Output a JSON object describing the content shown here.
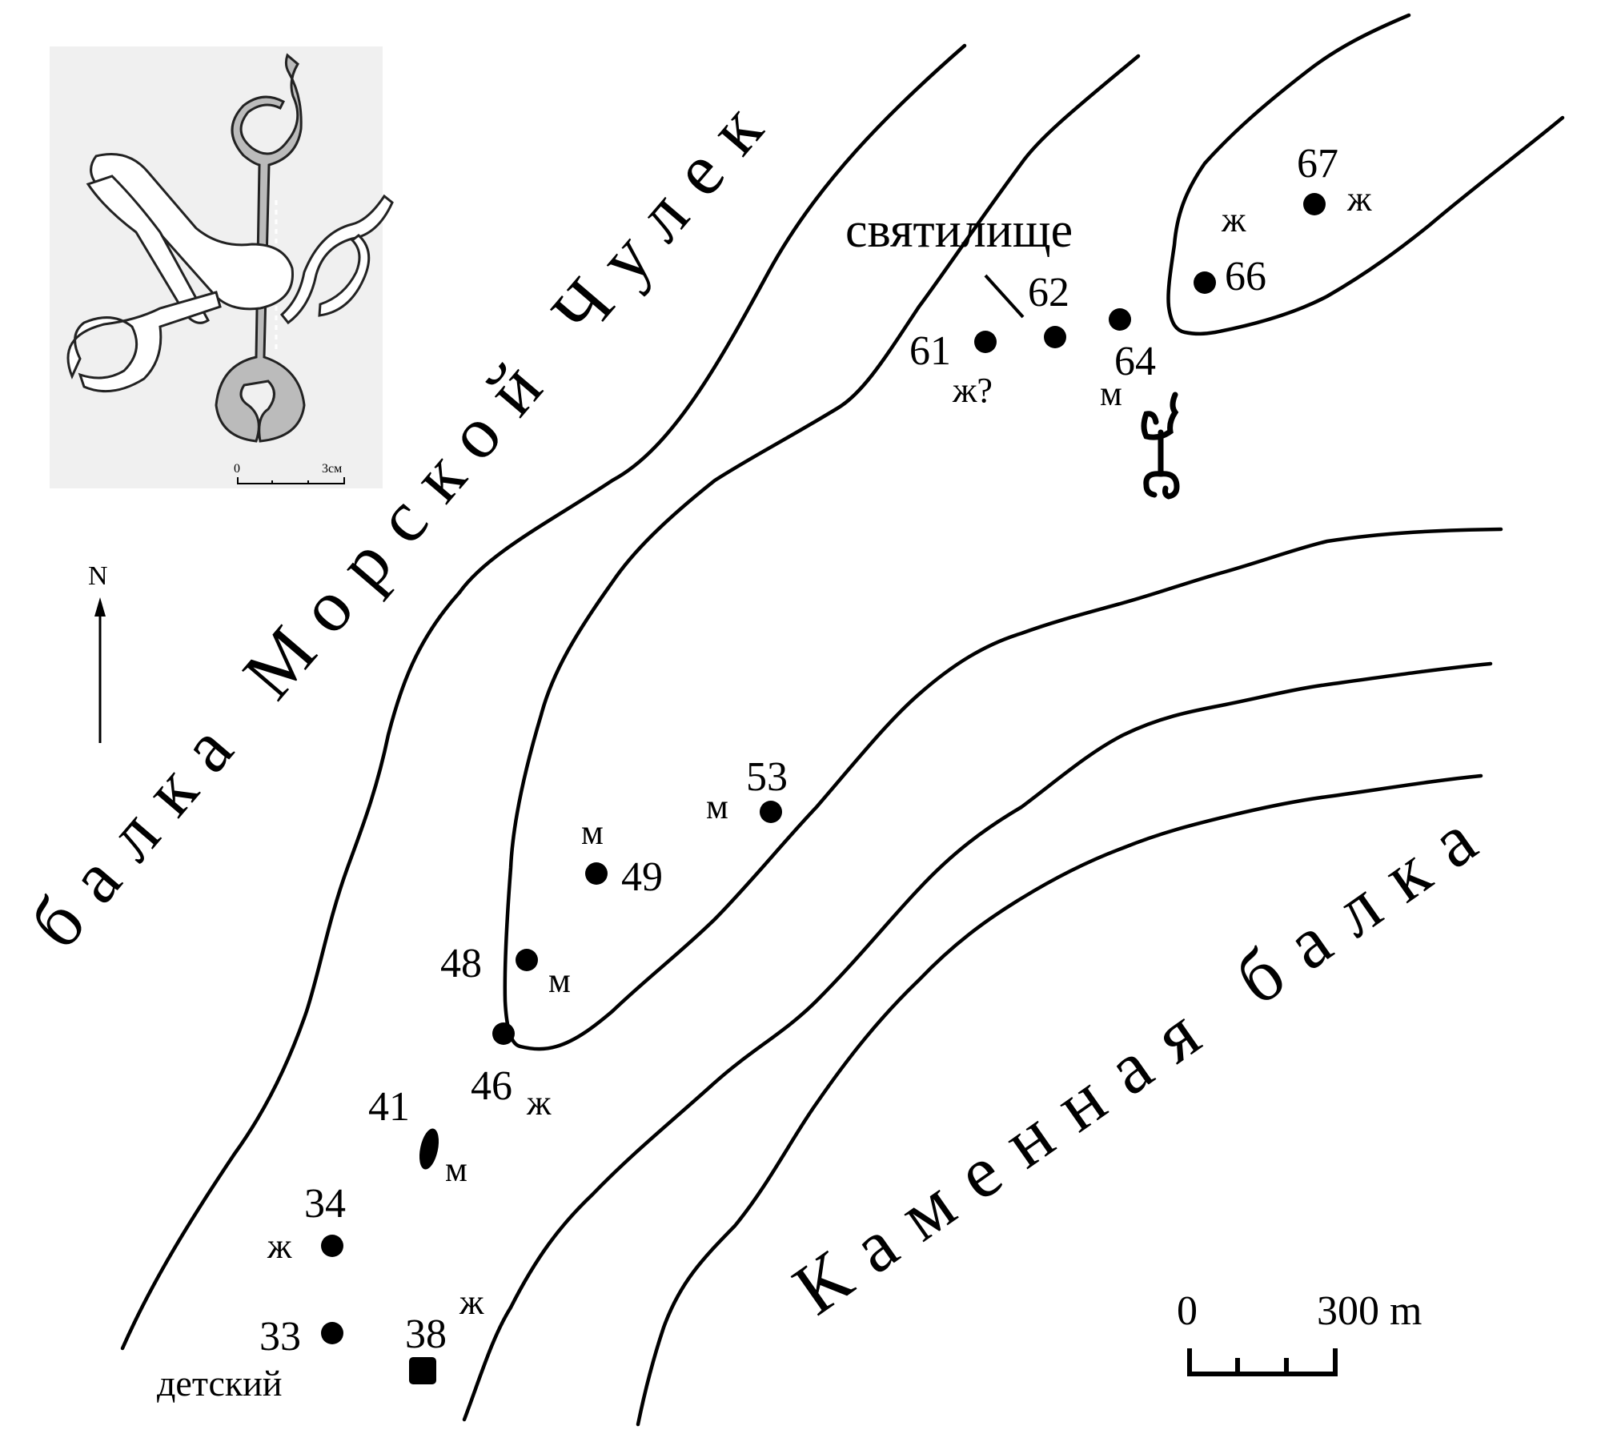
{
  "map": {
    "ravines": {
      "north": "балка Морской Чулек",
      "south": "Каменная балка"
    },
    "sanctuary_label": "святилище",
    "north_arrow": "N",
    "scale": {
      "start": "0",
      "end": "300 m"
    },
    "inset": {
      "scale_start": "0",
      "scale_end": "3см"
    },
    "burials": [
      {
        "id": "61",
        "sex": "ж?"
      },
      {
        "id": "62",
        "sex": ""
      },
      {
        "id": "64",
        "sex": "м"
      },
      {
        "id": "66",
        "sex": "ж"
      },
      {
        "id": "67",
        "sex": "ж"
      },
      {
        "id": "53",
        "sex": "м"
      },
      {
        "id": "49",
        "sex": "м"
      },
      {
        "id": "48",
        "sex": "м"
      },
      {
        "id": "46",
        "sex": "ж"
      },
      {
        "id": "41",
        "sex": "м"
      },
      {
        "id": "34",
        "sex": "ж"
      },
      {
        "id": "33",
        "sex": "детский"
      },
      {
        "id": "38",
        "sex": "ж"
      }
    ],
    "colors": {
      "ink": "#000000",
      "paper": "#ffffff",
      "inset_bg": "#f0f0f0"
    }
  }
}
